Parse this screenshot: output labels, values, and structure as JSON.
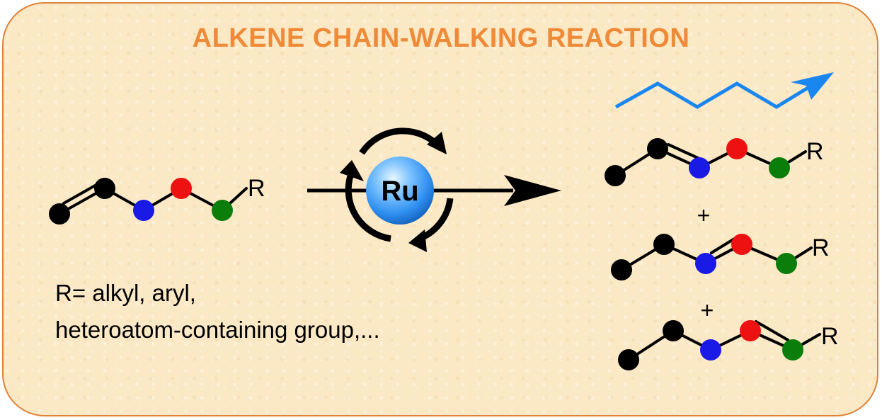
{
  "title": "ALKENE CHAIN-WALKING REACTION",
  "catalyst": {
    "label": "Ru"
  },
  "substituent_label": "R",
  "plus_sign": "+",
  "r_definition": {
    "line1": "R= alkyl, aryl,",
    "line2": "heteroatom-containing group,..."
  },
  "colors": {
    "title": "#ee8a38",
    "border": "#e0823a",
    "background": "#fbe8c4",
    "walk_arrow": "#1a86f0",
    "atom_black": "#000000",
    "atom_blue": "#1a1ae6",
    "atom_red": "#ee1111",
    "atom_green": "#0a7d0a",
    "ru_sphere": "#2f8ff0"
  }
}
